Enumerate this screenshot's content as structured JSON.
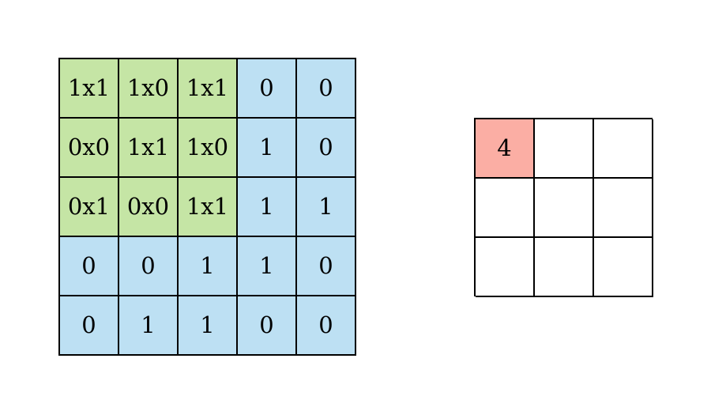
{
  "colors": {
    "background": "#ffffff",
    "kernel_overlap": "#c5e5a5",
    "input_plain": "#bde0f3",
    "output_active": "#fbaea4",
    "output_empty": "#ffffff",
    "gridline": "#000000",
    "text": "#000000"
  },
  "input_matrix": {
    "rows": 5,
    "cols": 5,
    "cells": [
      [
        {
          "text": "1x1",
          "fill": "kernel"
        },
        {
          "text": "1x0",
          "fill": "kernel"
        },
        {
          "text": "1x1",
          "fill": "kernel"
        },
        {
          "text": "0",
          "fill": "plain"
        },
        {
          "text": "0",
          "fill": "plain"
        }
      ],
      [
        {
          "text": "0x0",
          "fill": "kernel"
        },
        {
          "text": "1x1",
          "fill": "kernel"
        },
        {
          "text": "1x0",
          "fill": "kernel"
        },
        {
          "text": "1",
          "fill": "plain"
        },
        {
          "text": "0",
          "fill": "plain"
        }
      ],
      [
        {
          "text": "0x1",
          "fill": "kernel"
        },
        {
          "text": "0x0",
          "fill": "kernel"
        },
        {
          "text": "1x1",
          "fill": "kernel"
        },
        {
          "text": "1",
          "fill": "plain"
        },
        {
          "text": "1",
          "fill": "plain"
        }
      ],
      [
        {
          "text": "0",
          "fill": "plain"
        },
        {
          "text": "0",
          "fill": "plain"
        },
        {
          "text": "1",
          "fill": "plain"
        },
        {
          "text": "1",
          "fill": "plain"
        },
        {
          "text": "0",
          "fill": "plain"
        }
      ],
      [
        {
          "text": "0",
          "fill": "plain"
        },
        {
          "text": "1",
          "fill": "plain"
        },
        {
          "text": "1",
          "fill": "plain"
        },
        {
          "text": "0",
          "fill": "plain"
        },
        {
          "text": "0",
          "fill": "plain"
        }
      ]
    ]
  },
  "output_matrix": {
    "rows": 3,
    "cols": 3,
    "cells": [
      [
        {
          "text": "4",
          "fill": "active"
        },
        {
          "text": "",
          "fill": "empty"
        },
        {
          "text": "",
          "fill": "empty"
        }
      ],
      [
        {
          "text": "",
          "fill": "empty"
        },
        {
          "text": "",
          "fill": "empty"
        },
        {
          "text": "",
          "fill": "empty"
        }
      ],
      [
        {
          "text": "",
          "fill": "empty"
        },
        {
          "text": "",
          "fill": "empty"
        },
        {
          "text": "",
          "fill": "empty"
        }
      ]
    ]
  }
}
